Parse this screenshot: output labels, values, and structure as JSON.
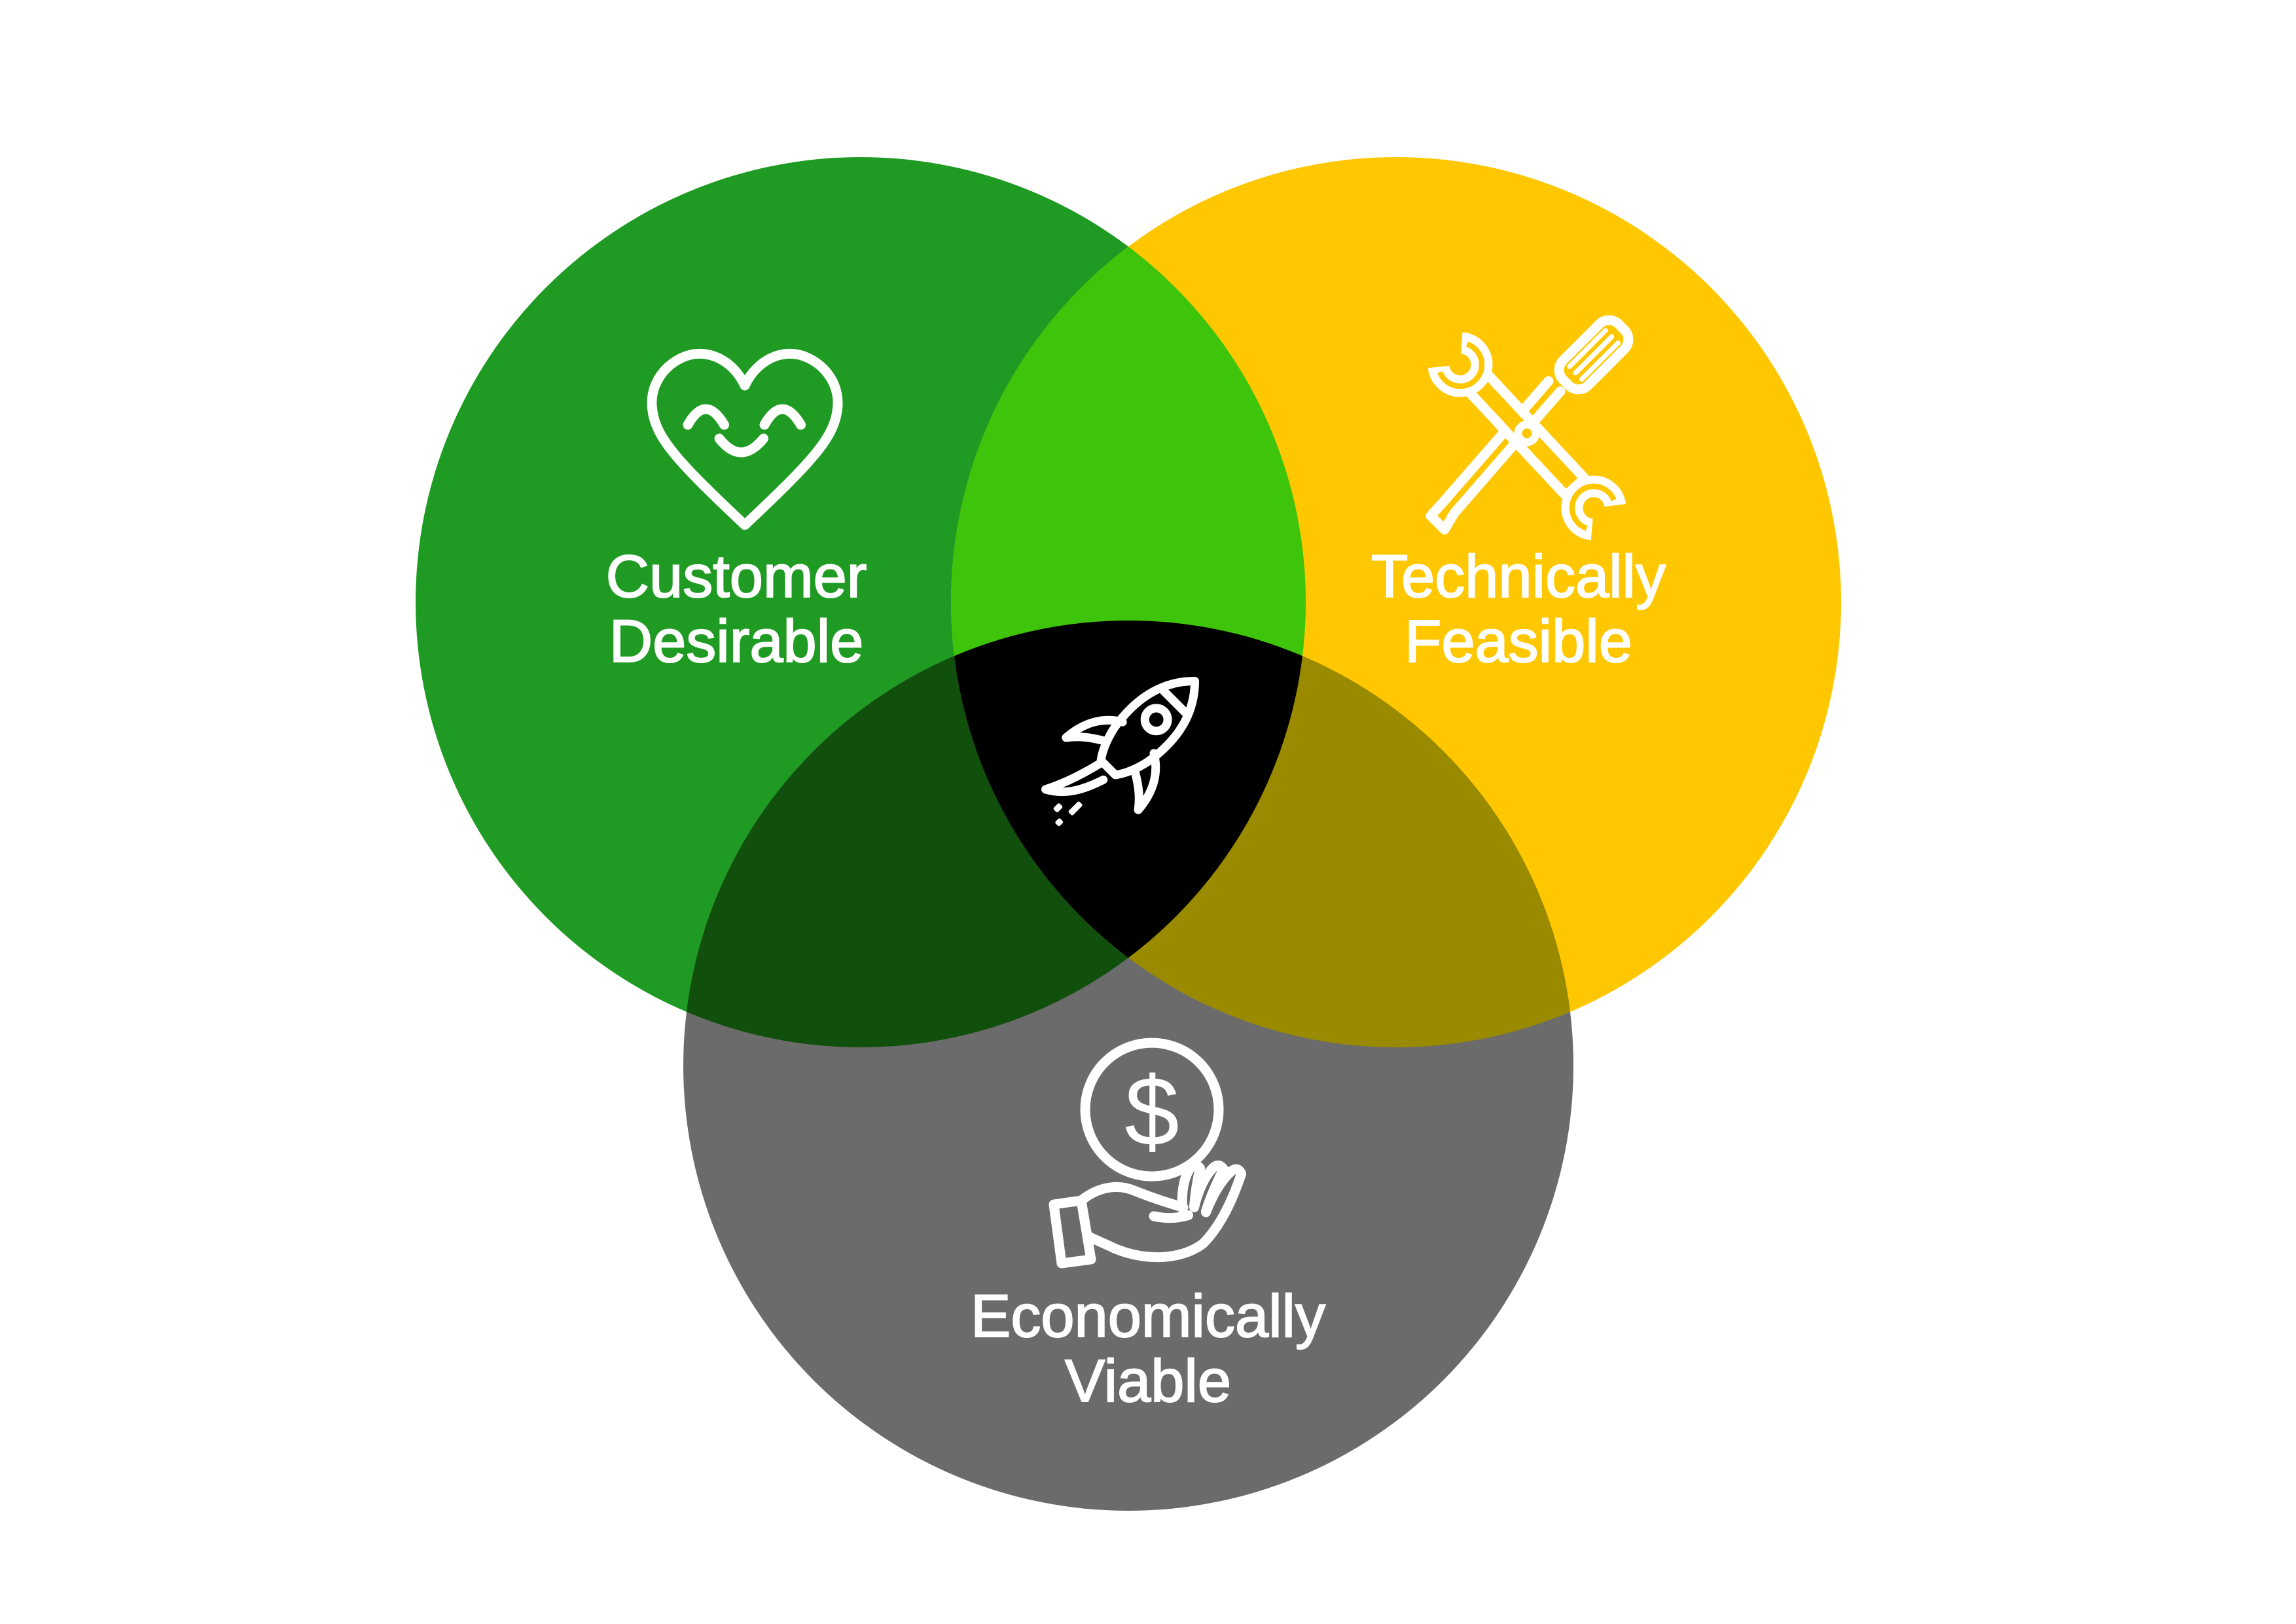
{
  "background": "#FFFFFF",
  "colors": {
    "customer_circle": "#1F9A23",
    "feasible_circle": "#FFC700",
    "viable_circle": "#6B6B6B",
    "customer_feasible_overlap": "#3EC40A",
    "customer_viable_overlap": "#104F0C",
    "feasible_viable_overlap": "#9A8A00",
    "center_overlap": "#000000",
    "icon_and_text": "#FFFFFF"
  },
  "venn": {
    "type": "venn-diagram",
    "circles": [
      {
        "id": "customer-desirable",
        "line1": "Customer",
        "line2": "Desirable",
        "icon": "smiling-heart-icon"
      },
      {
        "id": "technically-feasible",
        "line1": "Technically",
        "line2": "Feasible",
        "icon": "wrench-screwdriver-icon"
      },
      {
        "id": "economically-viable",
        "line1": "Economically",
        "line2": "Viable",
        "icon": "dollar-hand-icon",
        "currency_symbol": "$"
      }
    ],
    "center": {
      "icon": "rocket-icon"
    }
  }
}
